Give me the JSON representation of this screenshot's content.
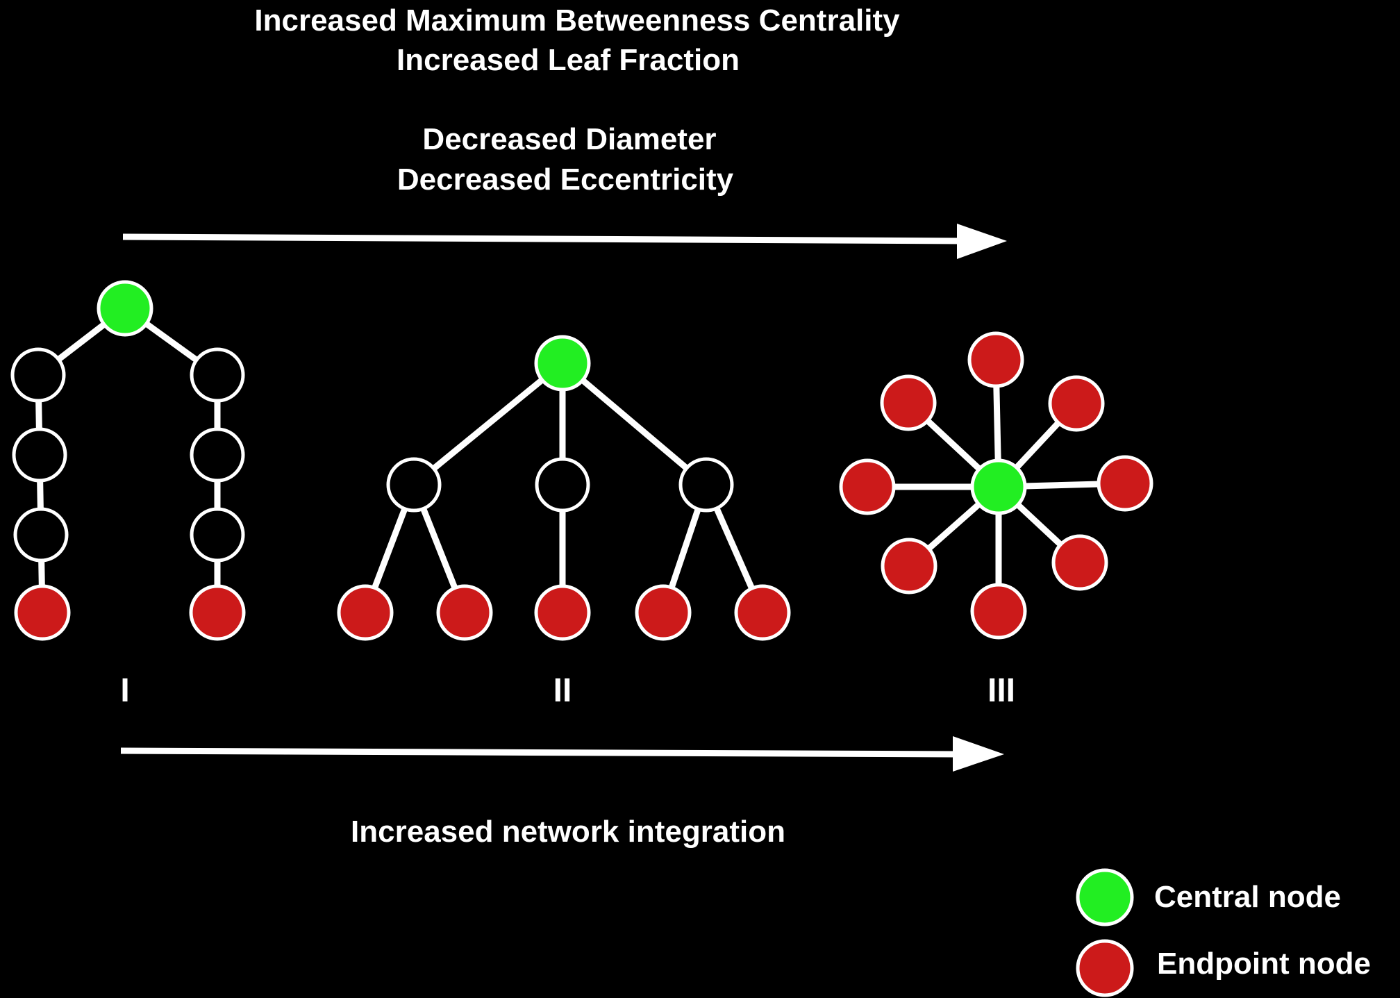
{
  "header": {
    "line1": "Increased Maximum Betweenness Centrality",
    "line2": "Increased Leaf Fraction",
    "line3": "Decreased Diameter",
    "line4": "Decreased Eccentricity"
  },
  "footer": {
    "integration": "Increased network integration"
  },
  "networks": [
    {
      "id": "I",
      "label": "I"
    },
    {
      "id": "II",
      "label": "II"
    },
    {
      "id": "III",
      "label": "III"
    }
  ],
  "legend": {
    "central": "Central node",
    "endpoint": "Endpoint node"
  },
  "colors": {
    "background": "#000000",
    "central": "#22ee22",
    "endpoint": "#cc1a1a",
    "internal": "#000000",
    "stroke": "#ffffff"
  }
}
